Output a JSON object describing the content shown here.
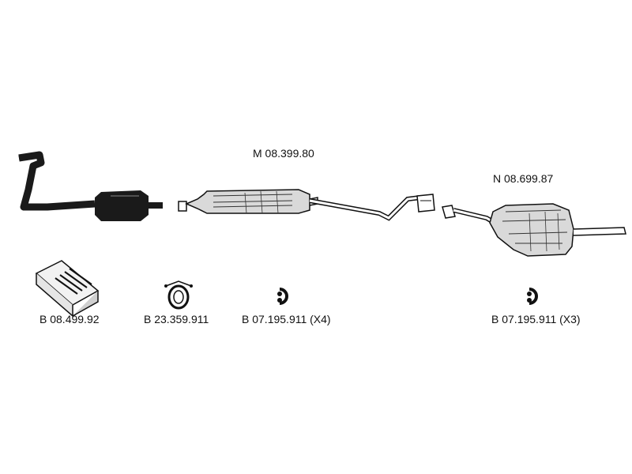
{
  "parts": {
    "mid_section": "M 08.399.80",
    "rear_silencer": "N 08.699.87",
    "mounting_kit": "B 08.499.92",
    "clamp": "B 23.359.911",
    "hanger_mid": "B 07.195.911 (X4)",
    "hanger_rear": "B 07.195.911 (X3)"
  },
  "colors": {
    "ink": "#111111",
    "metal_fill": "#d9d9d9",
    "dark_part": "#1a1a1a"
  }
}
